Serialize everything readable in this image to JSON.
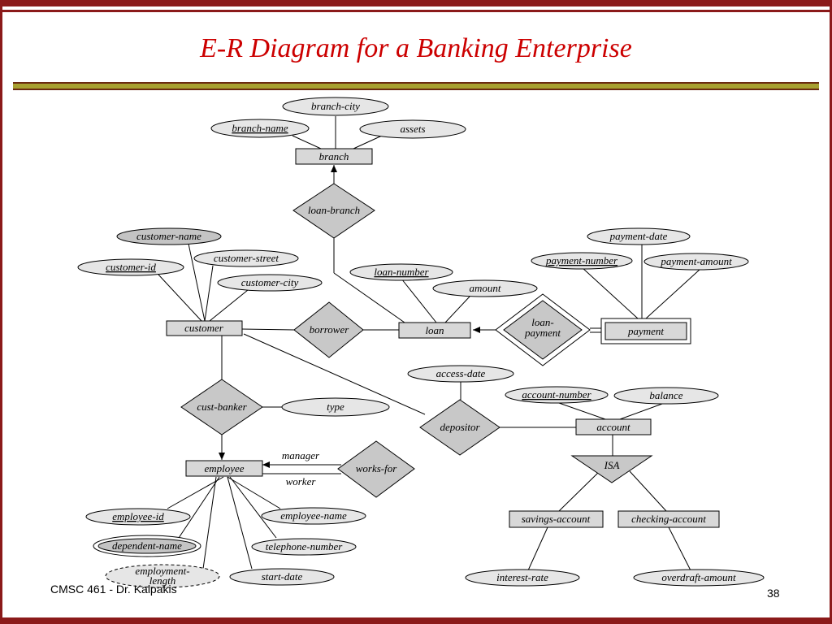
{
  "slide": {
    "title": "E-R Diagram for a Banking Enterprise",
    "footer_left": "CMSC 461 - Dr. Kalpakis",
    "page_number": "38"
  },
  "diagram": {
    "entities": {
      "branch": "branch",
      "customer": "customer",
      "loan": "loan",
      "payment": "payment",
      "employee": "employee",
      "account": "account",
      "savings_account": "savings-account",
      "checking_account": "checking-account"
    },
    "relationships": {
      "loan_branch": "loan-branch",
      "borrower": "borrower",
      "loan_payment_1": "loan-",
      "loan_payment_2": "payment",
      "cust_banker": "cust-banker",
      "depositor": "depositor",
      "works_for": "works-for",
      "isa": "ISA"
    },
    "attributes": {
      "branch_city": "branch-city",
      "branch_name": "branch-name",
      "assets": "assets",
      "customer_name": "customer-name",
      "customer_street": "customer-street",
      "customer_id": "customer-id",
      "customer_city": "customer-city",
      "loan_number": "loan-number",
      "amount": "amount",
      "payment_date": "payment-date",
      "payment_number": "payment-number",
      "payment_amount": "payment-amount",
      "access_date": "access-date",
      "account_number": "account-number",
      "balance": "balance",
      "type": "type",
      "employee_id": "employee-id",
      "employee_name": "employee-name",
      "dependent_name": "dependent-name",
      "telephone_number": "telephone-number",
      "employment_length_1": "employment-",
      "employment_length_2": "length",
      "start_date": "start-date",
      "interest_rate": "interest-rate",
      "overdraft_amount": "overdraft-amount"
    },
    "roles": {
      "manager": "manager",
      "worker": "worker"
    }
  }
}
